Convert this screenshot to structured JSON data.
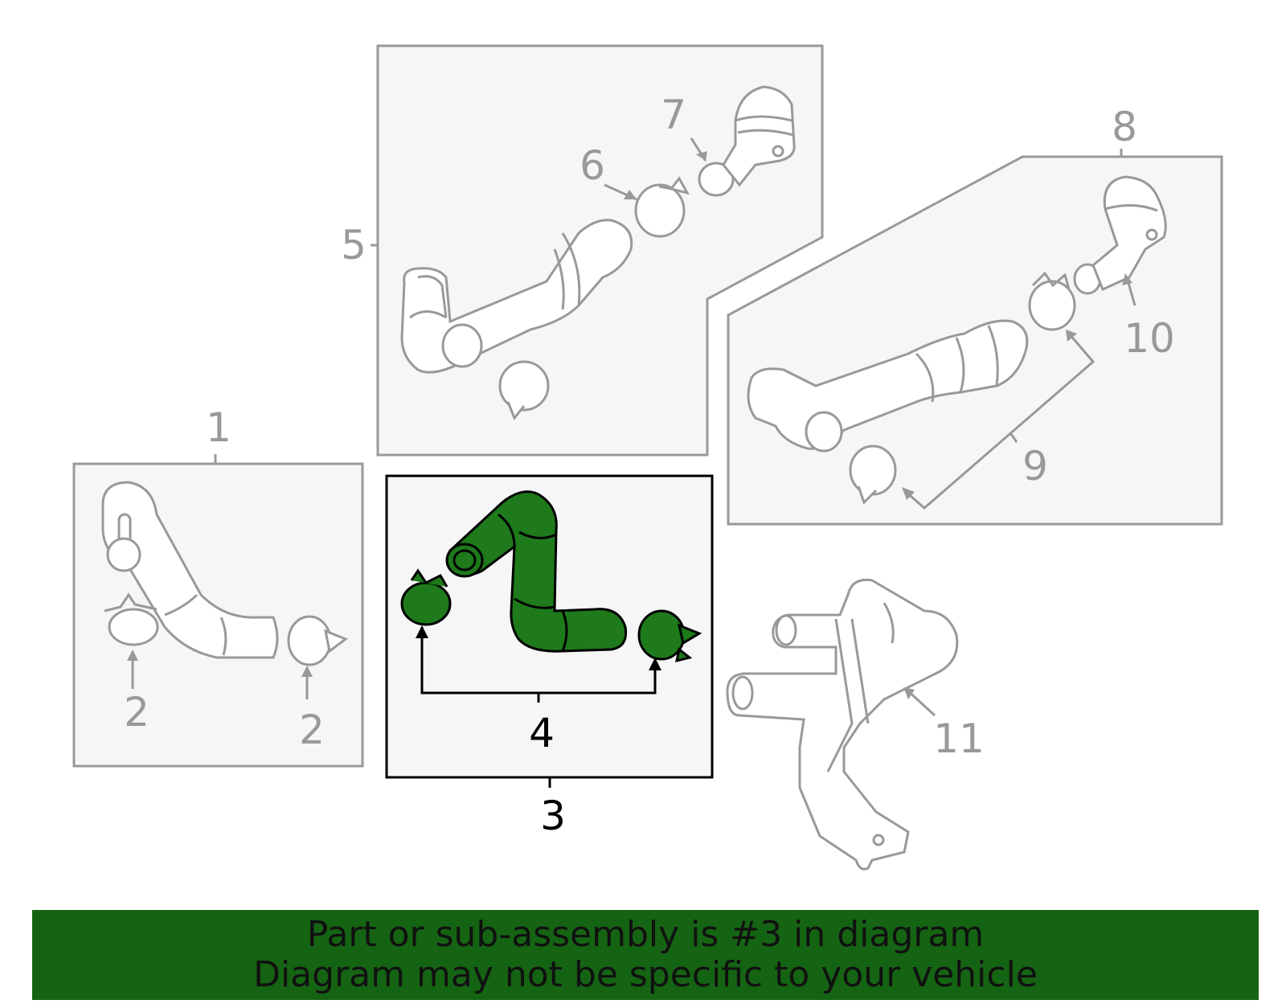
{
  "callouts": {
    "c1": "1",
    "c2a": "2",
    "c2b": "2",
    "c3": "3",
    "c4": "4",
    "c5": "5",
    "c6": "6",
    "c7": "7",
    "c8": "8",
    "c9": "9",
    "c10": "10",
    "c11": "11"
  },
  "banner": {
    "line1": "Part or sub-assembly is #3 in diagram",
    "line2": "Diagram may not be specific to your vehicle"
  },
  "colors": {
    "highlight": "#156413",
    "part_fill_highlight": "#1e7a1b",
    "outline_gray": "#999999",
    "box_fill": "#f6f6f6"
  }
}
